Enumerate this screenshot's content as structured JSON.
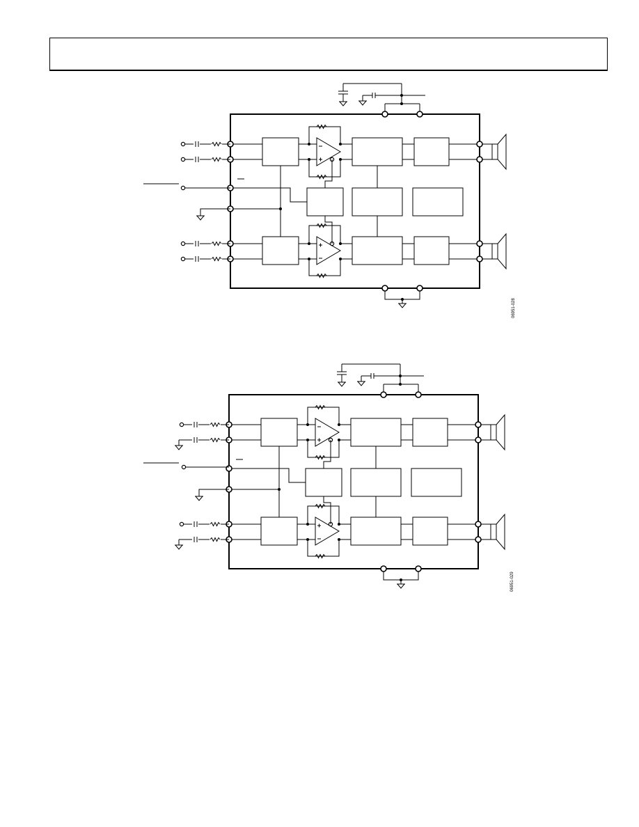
{
  "page": {
    "header_title": ""
  },
  "figures": [
    {
      "id": "figure-top",
      "figure_number": "06951-028"
    },
    {
      "id": "figure-bottom",
      "figure_number": "06951-029"
    }
  ]
}
